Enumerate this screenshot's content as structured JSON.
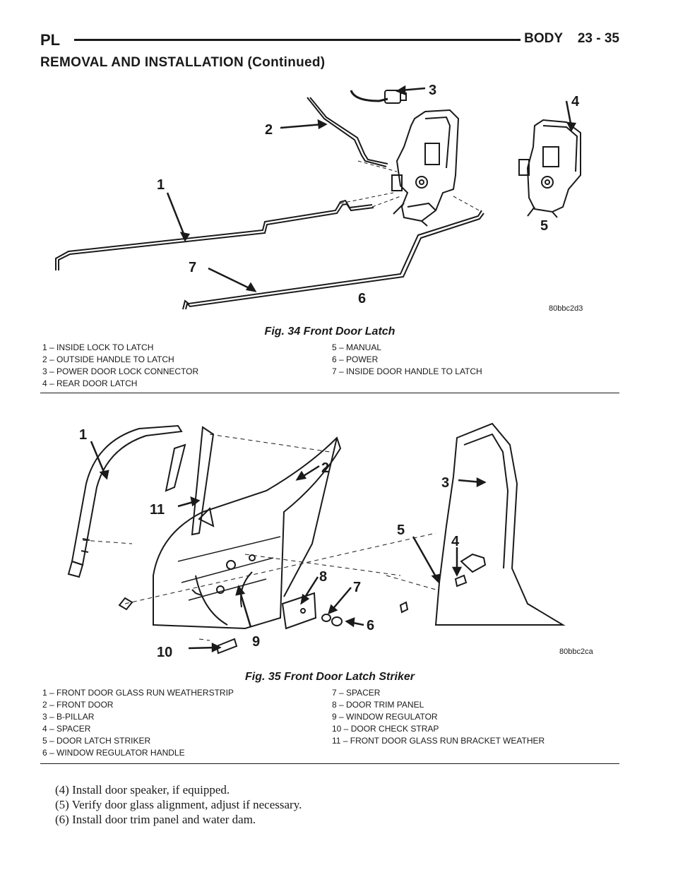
{
  "header": {
    "left": "PL",
    "section": "BODY",
    "page": "23 - 35"
  },
  "continued": "REMOVAL AND INSTALLATION (Continued)",
  "fig34": {
    "code": "80bbc2d3",
    "caption": "Fig. 34 Front Door Latch",
    "callouts": [
      "1",
      "2",
      "3",
      "4",
      "5",
      "6",
      "7"
    ],
    "legend_left": [
      "1 – INSIDE LOCK TO LATCH",
      "2 – OUTSIDE HANDLE TO LATCH",
      "3 – POWER DOOR LOCK CONNECTOR",
      "4 – REAR DOOR LATCH"
    ],
    "legend_right": [
      "5 – MANUAL",
      "6 – POWER",
      "7 – INSIDE DOOR HANDLE TO LATCH"
    ]
  },
  "fig35": {
    "code": "80bbc2ca",
    "caption": "Fig. 35 Front Door Latch Striker",
    "callouts": [
      "1",
      "2",
      "3",
      "4",
      "5",
      "6",
      "7",
      "8",
      "9",
      "10",
      "11"
    ],
    "legend_left": [
      "1 – FRONT DOOR GLASS RUN WEATHERSTRIP",
      "2 – FRONT DOOR",
      "3 – B-PILLAR",
      "4 – SPACER",
      "5 – DOOR LATCH STRIKER",
      "6 – WINDOW REGULATOR HANDLE"
    ],
    "legend_right": [
      "7 – SPACER",
      "8 – DOOR TRIM PANEL",
      "9 – WINDOW REGULATOR",
      "10 – DOOR CHECK STRAP",
      "11 – FRONT DOOR GLASS RUN BRACKET WEATHER"
    ]
  },
  "steps": [
    "(4) Install door speaker, if equipped.",
    "(5) Verify door glass alignment, adjust if necessary.",
    "(6) Install door trim panel and water dam."
  ]
}
